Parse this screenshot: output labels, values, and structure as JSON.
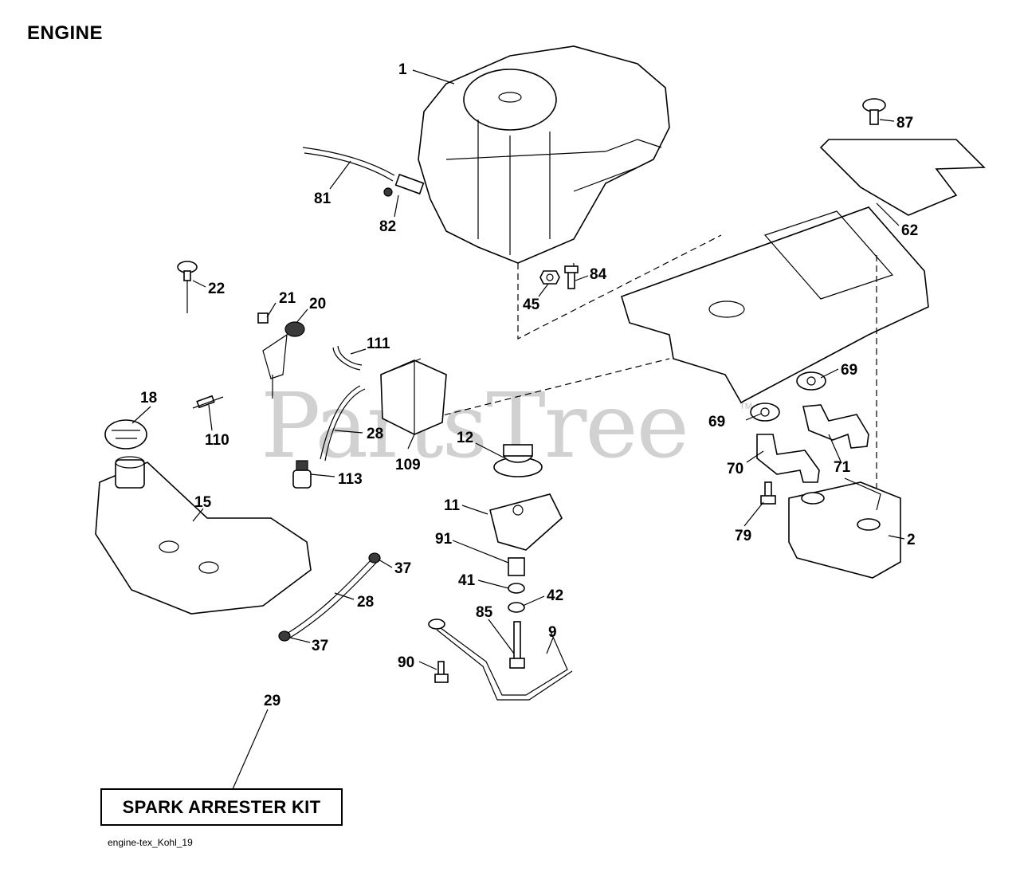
{
  "title": "ENGINE",
  "kit_label": "SPARK ARRESTER KIT",
  "footer_code": "engine-tex_Kohl_19",
  "watermark": "PartsTree",
  "watermark_tm": "TM",
  "callouts": [
    "1",
    "81",
    "82",
    "87",
    "62",
    "84",
    "45",
    "22",
    "21",
    "20",
    "111",
    "18",
    "110",
    "28",
    "109",
    "113",
    "12",
    "69",
    "69",
    "70",
    "71",
    "79",
    "11",
    "2",
    "15",
    "91",
    "37",
    "41",
    "42",
    "28",
    "37",
    "85",
    "9",
    "90",
    "29"
  ]
}
